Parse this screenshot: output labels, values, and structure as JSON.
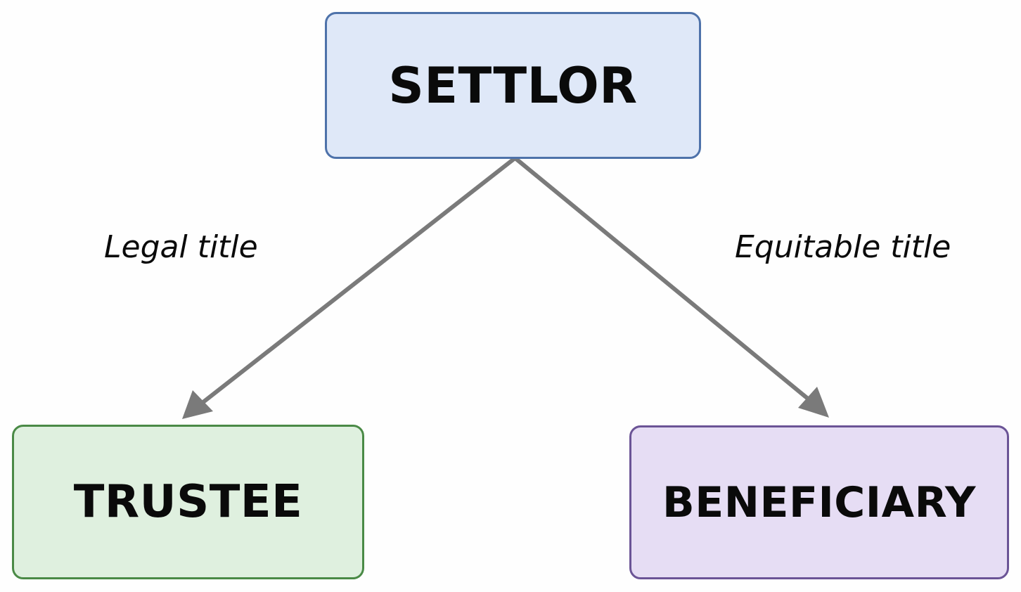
{
  "diagram": {
    "nodes": {
      "settlor": {
        "label": "SETTLOR",
        "fill": "#dfe8f8",
        "border": "#4e72aa"
      },
      "trustee": {
        "label": "TRUSTEE",
        "fill": "#dff0df",
        "border": "#4a8a46"
      },
      "beneficiary": {
        "label": "BENEFICIARY",
        "fill": "#e6ddf4",
        "border": "#6b5496"
      }
    },
    "edges": {
      "legal": {
        "label": "Legal title",
        "from": "SETTLOR",
        "to": "TRUSTEE"
      },
      "equitable": {
        "label": "Equitable title",
        "from": "SETTLOR",
        "to": "BENEFICIARY"
      }
    },
    "arrow_color": "#7a7a7a"
  }
}
